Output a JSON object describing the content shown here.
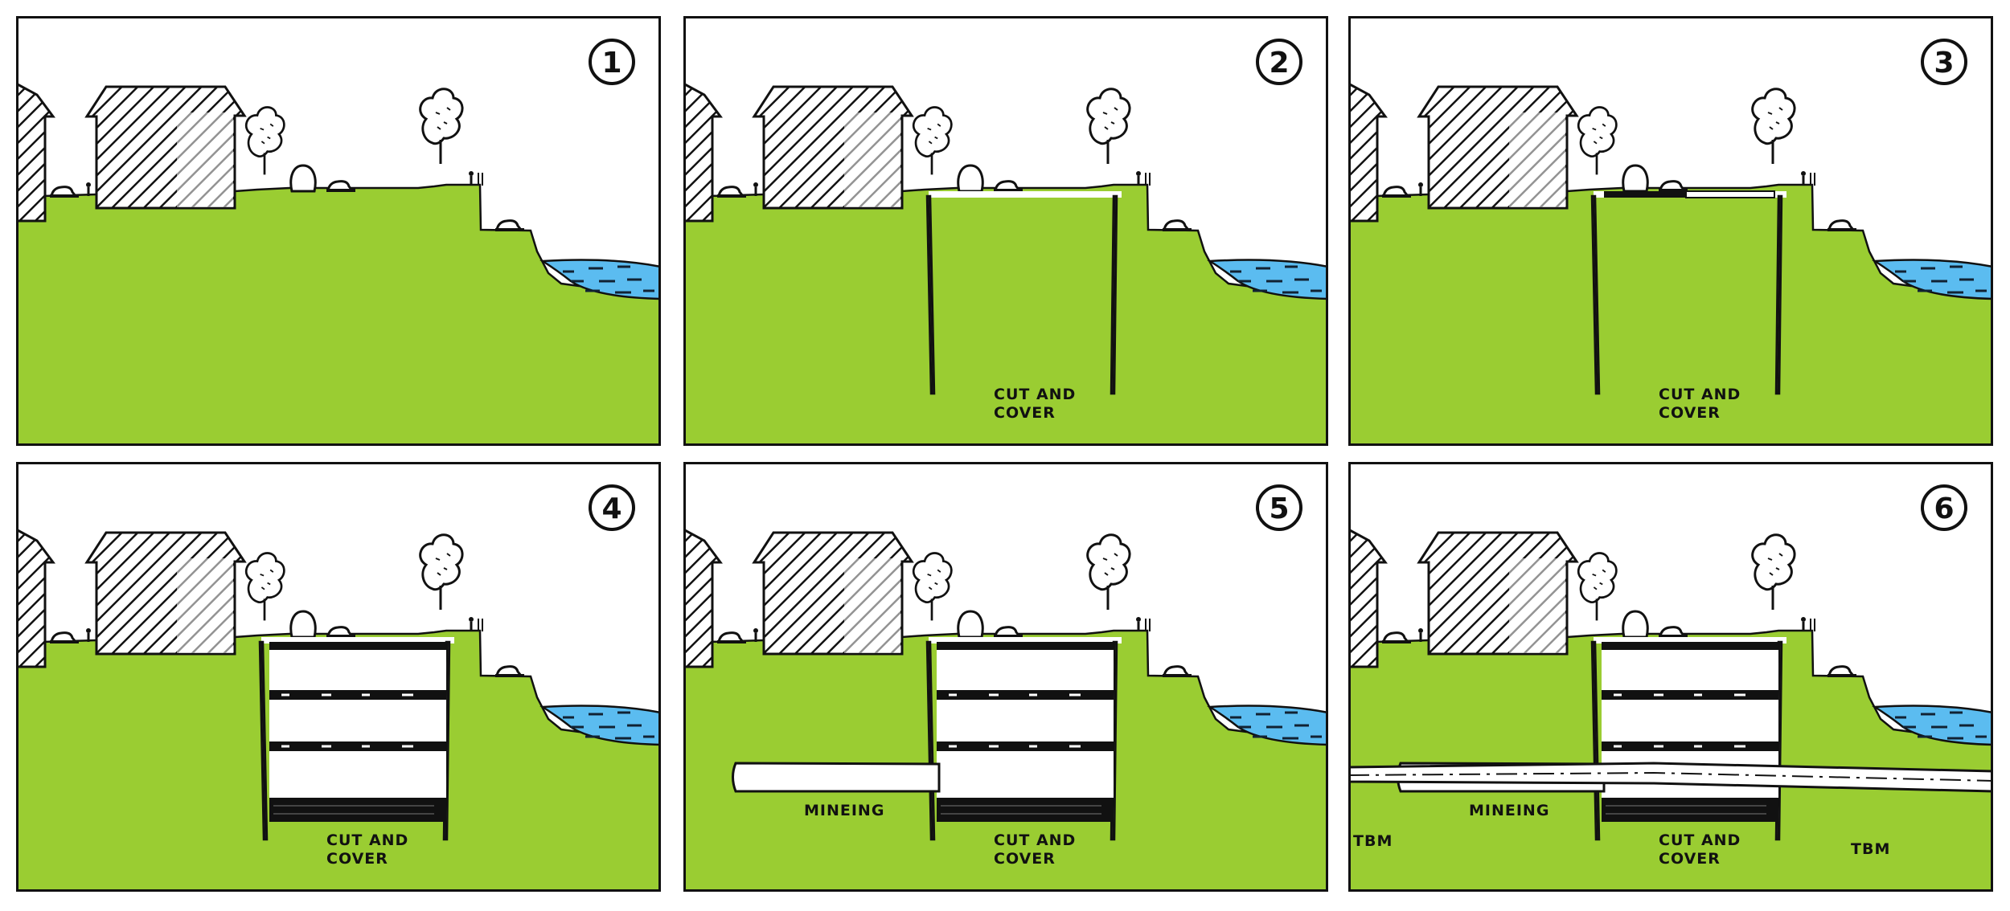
{
  "colors": {
    "ground": "#9acd32",
    "water": "#5bbcf0",
    "ink": "#111111",
    "paper": "#ffffff"
  },
  "panels": [
    {
      "number": "1",
      "labels": []
    },
    {
      "number": "2",
      "labels": [
        {
          "kind": "cut",
          "text": [
            "CUT AND",
            "COVER"
          ]
        }
      ]
    },
    {
      "number": "3",
      "labels": [
        {
          "kind": "cut",
          "text": [
            "CUT AND",
            "COVER"
          ]
        }
      ]
    },
    {
      "number": "4",
      "labels": [
        {
          "kind": "cut",
          "text": [
            "CUT AND",
            "COVER"
          ]
        }
      ]
    },
    {
      "number": "5",
      "labels": [
        {
          "kind": "mining",
          "text": [
            "MINEING"
          ]
        },
        {
          "kind": "cut",
          "text": [
            "CUT AND",
            "COVER"
          ]
        }
      ]
    },
    {
      "number": "6",
      "labels": [
        {
          "kind": "tbm-left",
          "text": [
            "TBM"
          ]
        },
        {
          "kind": "mining",
          "text": [
            "MINEING"
          ]
        },
        {
          "kind": "cut",
          "text": [
            "CUT AND",
            "COVER"
          ]
        },
        {
          "kind": "tbm-right",
          "text": [
            "TBM"
          ]
        }
      ]
    }
  ]
}
